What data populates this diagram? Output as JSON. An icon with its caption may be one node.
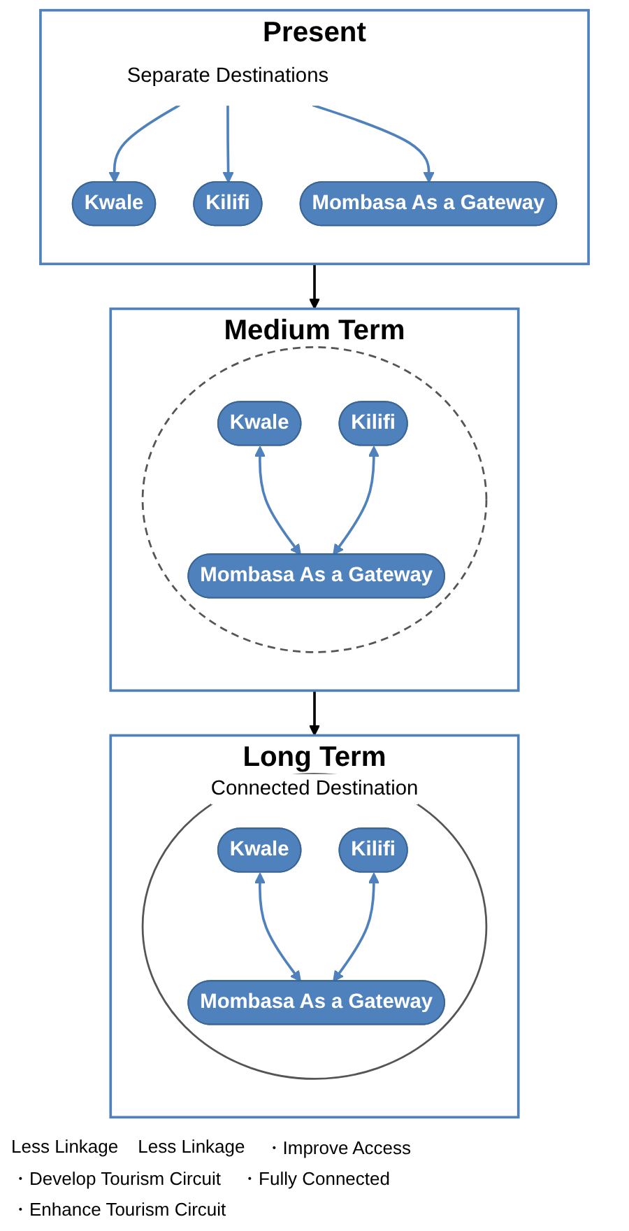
{
  "diagram": {
    "nodes": [
      {
        "text": [
          "Present"
        ]
      },
      {
        "text": [
          "Separate Destinations"
        ],
        "in": 0
      },
      {
        "text": [
          "Kwale"
        ],
        "in": 0
      },
      {
        "text": [
          "Kilifi"
        ],
        "in": 0
      },
      {
        "text": [
          "Mombasa As a Gateway"
        ],
        "in": 0
      },
      {
        "text": [
          "Medium Term"
        ]
      },
      {
        "text": [],
        "shape": "circle",
        "in": 5
      },
      {
        "text": [
          "Kwale"
        ],
        "in": 6
      },
      {
        "text": [
          "Kilifi"
        ],
        "in": 6
      },
      {
        "text": [
          "Mombasa As a Gateway"
        ],
        "in": 6
      },
      {
        "text": [
          "Long Term"
        ]
      },
      {
        "text": [
          "Connected Destination"
        ],
        "in": 10
      },
      {
        "text": [
          "Kwale"
        ],
        "in": 11
      },
      {
        "text": [
          "Kilifi"
        ],
        "in": 11
      },
      {
        "text": [
          "Mombasa As a Gateway"
        ],
        "in": 11
      }
    ],
    "edges": [
      {
        "from": 1,
        "to": 2,
        "arrow": "to"
      },
      {
        "from": 1,
        "to": 3,
        "arrow": "to"
      },
      {
        "from": 1,
        "to": 4,
        "arrow": "to"
      },
      {
        "from": 0,
        "to": 5,
        "arrow": "to",
        "color": "#000000"
      },
      {
        "from": 7,
        "to": 9,
        "arrow": "both"
      },
      {
        "from": 8,
        "to": 9,
        "arrow": "both"
      },
      {
        "from": 5,
        "to": 10,
        "arrow": "to",
        "color": "#000000"
      },
      {
        "from": 12,
        "to": 14,
        "arrow": "both"
      },
      {
        "from": 13,
        "to": 14,
        "arrow": "both"
      }
    ],
    "labels": [
      "Less Linkage",
      "Less Linkage",
      "・Improve Access",
      "・Develop Tourism Circuit",
      "・Fully Connected",
      "・Enhance Tourism Circuit"
    ]
  }
}
